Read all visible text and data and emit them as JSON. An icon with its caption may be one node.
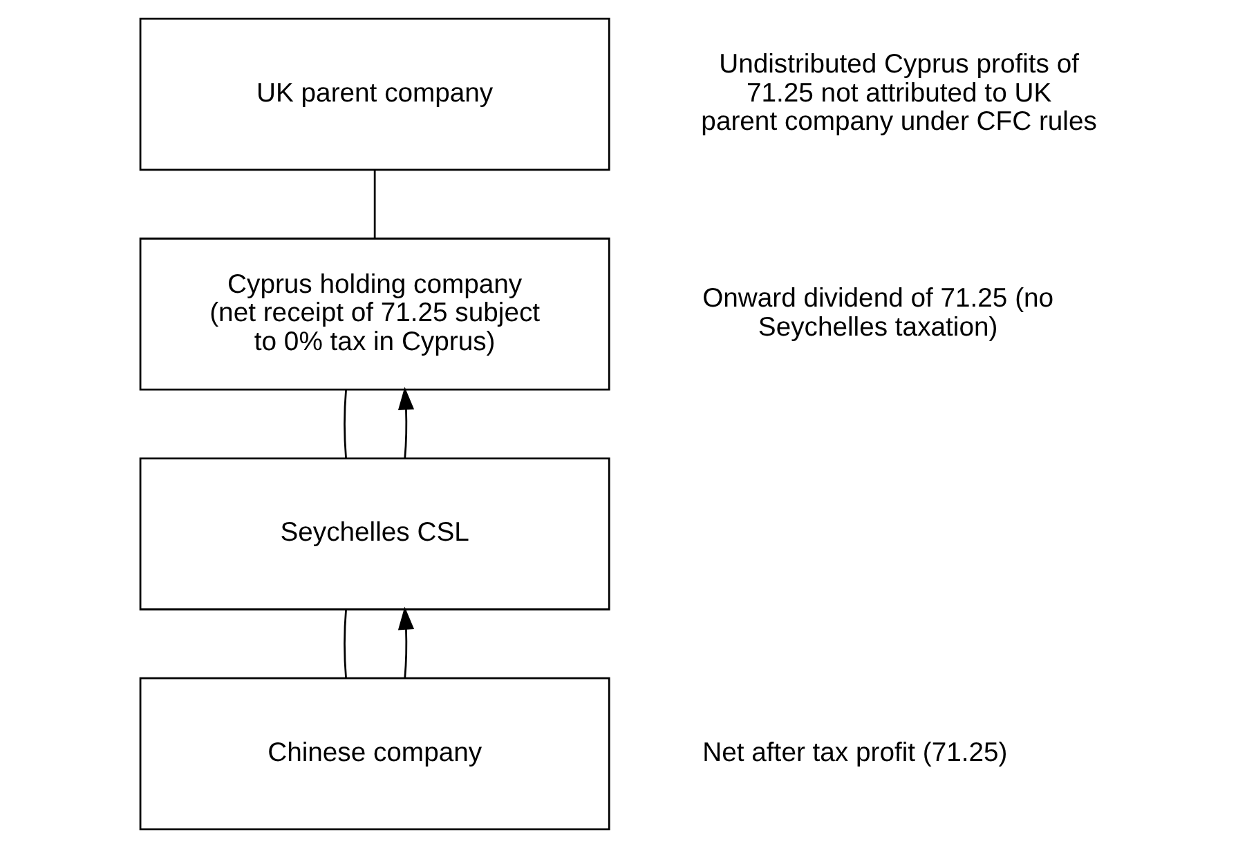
{
  "diagram": {
    "nodes": [
      {
        "text": [
          "UK parent company"
        ]
      },
      {
        "text": [
          "Cyprus holding company",
          "(net receipt of 71.25 subject to 0% tax in Cyprus)"
        ]
      },
      {
        "text": [
          "Seychelles CSL"
        ]
      },
      {
        "text": [
          "Chinese company"
        ]
      }
    ],
    "edges": [
      {
        "from": 0,
        "to": 1,
        "arrow": "none"
      },
      {
        "from": 1,
        "to": 2,
        "arrow": "none"
      },
      {
        "from": 2,
        "to": 3,
        "arrow": "none"
      },
      {
        "from": 3,
        "to": 2,
        "arrow": "to"
      },
      {
        "from": 2,
        "to": 1,
        "arrow": "to"
      }
    ],
    "labels": [
      "Undistributed Cyprus profits of 71.25 not attributed to UK parent company under CFC rules",
      "Onward dividend of 71.25 (no Seychelles taxation)",
      "Net after tax profit (71.25)"
    ]
  }
}
